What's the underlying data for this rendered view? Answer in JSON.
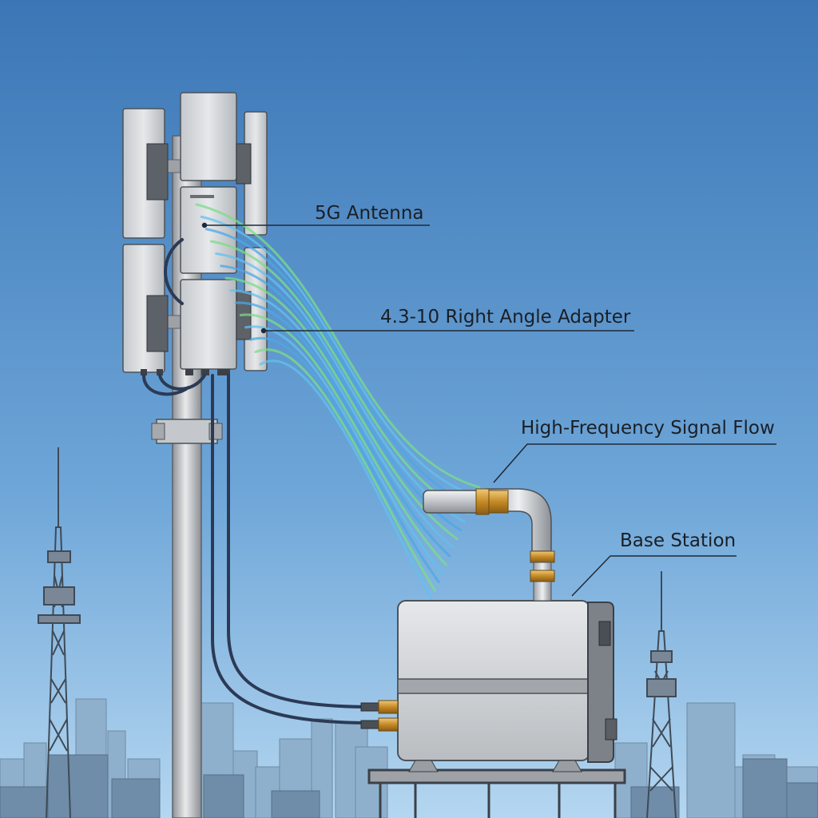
{
  "labels": {
    "antenna": "5G Antenna",
    "adapter": "4.3-10 Right Angle Adapter",
    "signal": "High-Frequency Signal Flow",
    "base": "Base Station"
  },
  "colors": {
    "sky_top": "#3b76b6",
    "sky_bottom": "#a9d0ee",
    "metal_light": "#e4e6e8",
    "metal_dark": "#8d9196",
    "brass": "#c9922f",
    "cable": "#2c3a55",
    "signal_green": "#7bdc8a",
    "signal_blue": "#4aa8e8"
  }
}
